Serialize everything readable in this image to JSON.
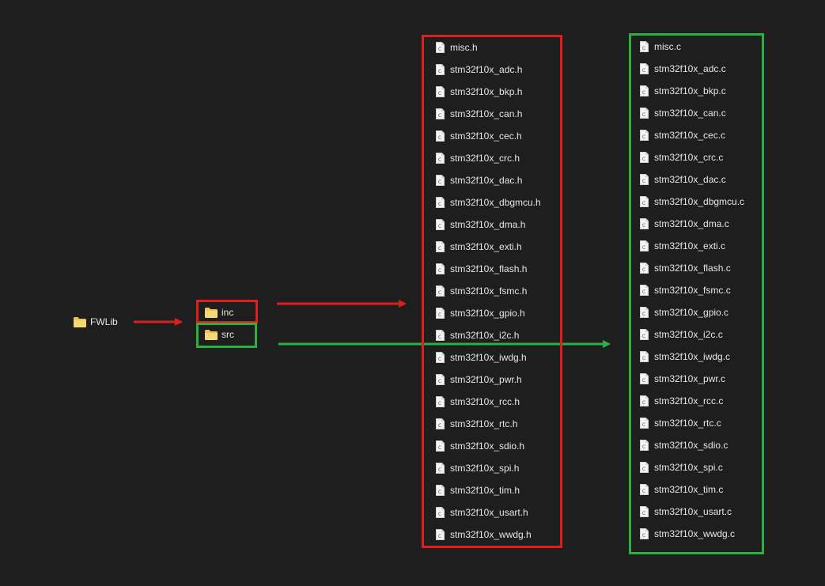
{
  "root": {
    "label": "FWLib",
    "icon": "folder-icon"
  },
  "subfolders": [
    {
      "label": "inc",
      "icon": "folder-icon",
      "color": "#e01e1e"
    },
    {
      "label": "src",
      "icon": "folder-icon",
      "color": "#2db043"
    }
  ],
  "inc_files": [
    "misc.h",
    "stm32f10x_adc.h",
    "stm32f10x_bkp.h",
    "stm32f10x_can.h",
    "stm32f10x_cec.h",
    "stm32f10x_crc.h",
    "stm32f10x_dac.h",
    "stm32f10x_dbgmcu.h",
    "stm32f10x_dma.h",
    "stm32f10x_exti.h",
    "stm32f10x_flash.h",
    "stm32f10x_fsmc.h",
    "stm32f10x_gpio.h",
    "stm32f10x_i2c.h",
    "stm32f10x_iwdg.h",
    "stm32f10x_pwr.h",
    "stm32f10x_rcc.h",
    "stm32f10x_rtc.h",
    "stm32f10x_sdio.h",
    "stm32f10x_spi.h",
    "stm32f10x_tim.h",
    "stm32f10x_usart.h",
    "stm32f10x_wwdg.h"
  ],
  "src_files": [
    "misc.c",
    "stm32f10x_adc.c",
    "stm32f10x_bkp.c",
    "stm32f10x_can.c",
    "stm32f10x_cec.c",
    "stm32f10x_crc.c",
    "stm32f10x_dac.c",
    "stm32f10x_dbgmcu.c",
    "stm32f10x_dma.c",
    "stm32f10x_exti.c",
    "stm32f10x_flash.c",
    "stm32f10x_fsmc.c",
    "stm32f10x_gpio.c",
    "stm32f10x_i2c.c",
    "stm32f10x_iwdg.c",
    "stm32f10x_pwr.c",
    "stm32f10x_rcc.c",
    "stm32f10x_rtc.c",
    "stm32f10x_sdio.c",
    "stm32f10x_spi.c",
    "stm32f10x_tim.c",
    "stm32f10x_usart.c",
    "stm32f10x_wwdg.c"
  ],
  "file_icon": "c-source-file-icon",
  "colors": {
    "background": "#1e1e1e",
    "inc_highlight": "#e01e1e",
    "src_highlight": "#2db043",
    "folder": "#f2c14e"
  }
}
